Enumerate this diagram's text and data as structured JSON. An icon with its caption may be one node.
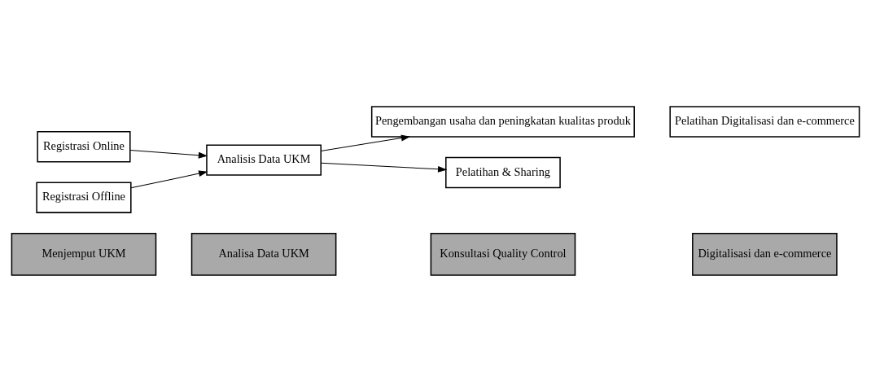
{
  "diagram": {
    "nodes": [
      {
        "text": [
          "Menjemput UKM"
        ]
      },
      {
        "text": [
          "Analisa Data UKM"
        ]
      },
      {
        "text": [
          "Konsultasi Quality Control"
        ]
      },
      {
        "text": [
          "Digitalisasi dan e-commerce"
        ]
      },
      {
        "text": [
          "Registrasi Online"
        ]
      },
      {
        "text": [
          "Registrasi Offline"
        ]
      },
      {
        "text": [
          "Analisis Data UKM"
        ]
      },
      {
        "text": [
          "Pengembangan usaha dan peningkatan kualitas produk"
        ]
      },
      {
        "text": [
          "Pelatihan & Sharing"
        ]
      },
      {
        "text": [
          "Pelatihan Digitalisasi dan e-commerce"
        ]
      }
    ],
    "edges": [
      {
        "from": 4,
        "to": 6,
        "arrow": "to"
      },
      {
        "from": 5,
        "to": 6,
        "arrow": "to"
      },
      {
        "from": 6,
        "to": 7,
        "arrow": "to"
      },
      {
        "from": 6,
        "to": 8,
        "arrow": "to"
      }
    ]
  }
}
